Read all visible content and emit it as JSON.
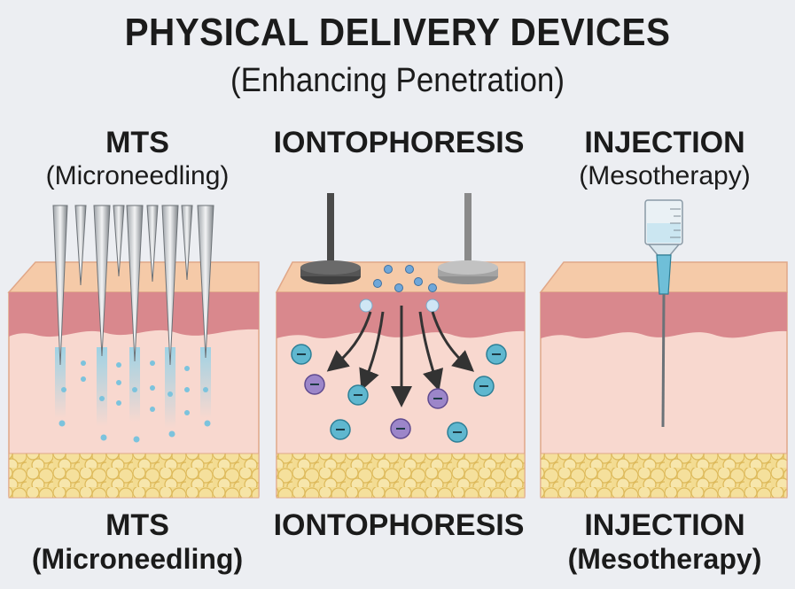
{
  "title": "PHYSICAL DELIVERY DEVICES",
  "subtitle": "(Enhancing Penetration)",
  "panels": [
    {
      "top_label": "MTS",
      "top_sublabel": "(Microneedling)",
      "bottom_label": "MTS",
      "bottom_sublabel": "(Microneedling)"
    },
    {
      "top_label": "IONTOPHORESIS",
      "top_sublabel": "",
      "bottom_label": "IONTOPHORESIS",
      "bottom_sublabel": ""
    },
    {
      "top_label": "INJECTION",
      "top_sublabel": "(Mesotherapy)",
      "bottom_label": "INJECTION",
      "bottom_sublabel": "(Mesotherapy)"
    }
  ],
  "colors": {
    "epidermis": "#f1c09e",
    "dermis_top": "#d98a8e",
    "dermis": "#f7d5cc",
    "fat": "#f1d88a",
    "ion_blue": "#5fb7cf",
    "ion_purple": "#9c86c9",
    "electrode_dark": "#505050",
    "electrode_light": "#9a9a9a"
  },
  "ion_charges": {
    "anion": "−",
    "cation": "−"
  }
}
